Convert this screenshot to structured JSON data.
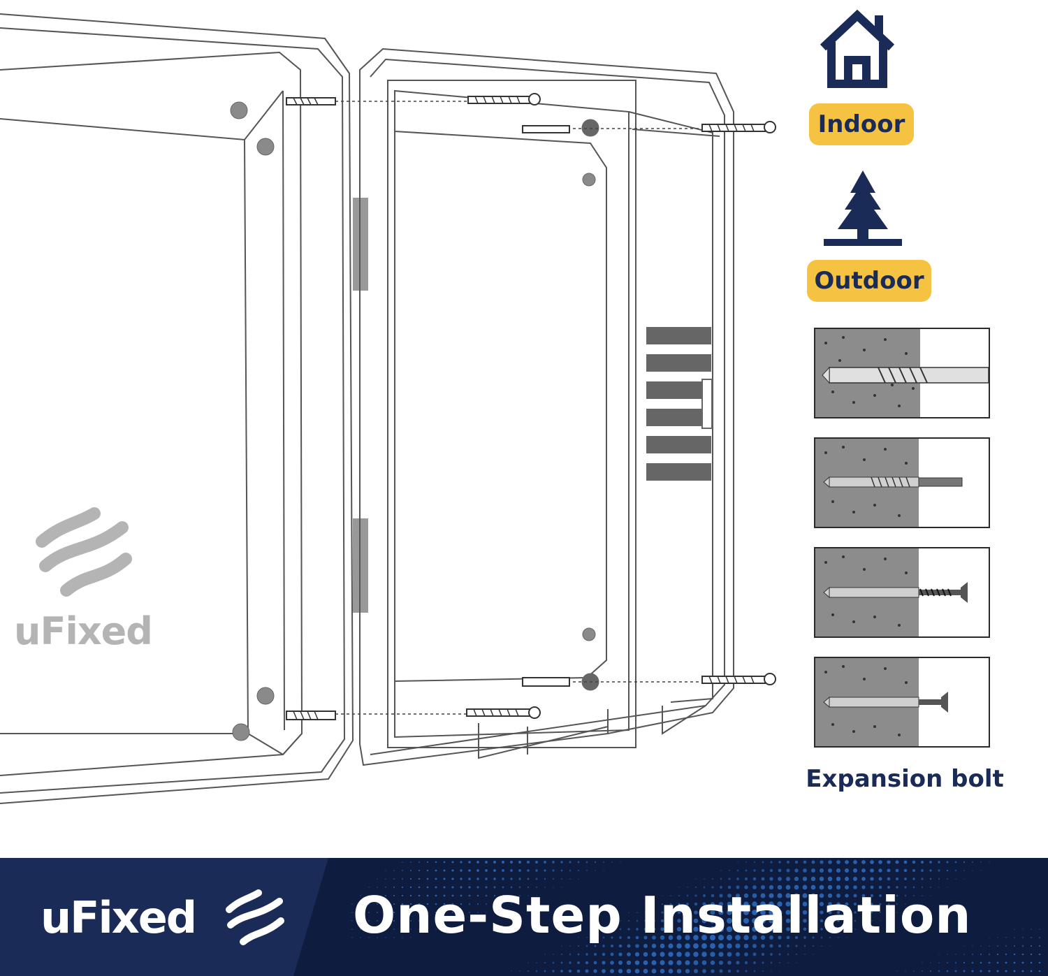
{
  "labels": {
    "indoor": "Indoor",
    "outdoor": "Outdoor",
    "expansion_bolt": "Expansion bolt"
  },
  "brand": {
    "name": "uFixed",
    "watermark": "uFixed"
  },
  "banner": {
    "title": "One-Step Installation"
  },
  "icons": {
    "indoor": "house-icon",
    "outdoor": "pine-tree-icon",
    "logo": "ufixed-wave-logo-icon"
  },
  "colors": {
    "navy": "#1b2b57",
    "accent_yellow": "#f5c242",
    "banner_dots": "#2f6fc4",
    "wall_gray": "#8c8c8c"
  }
}
